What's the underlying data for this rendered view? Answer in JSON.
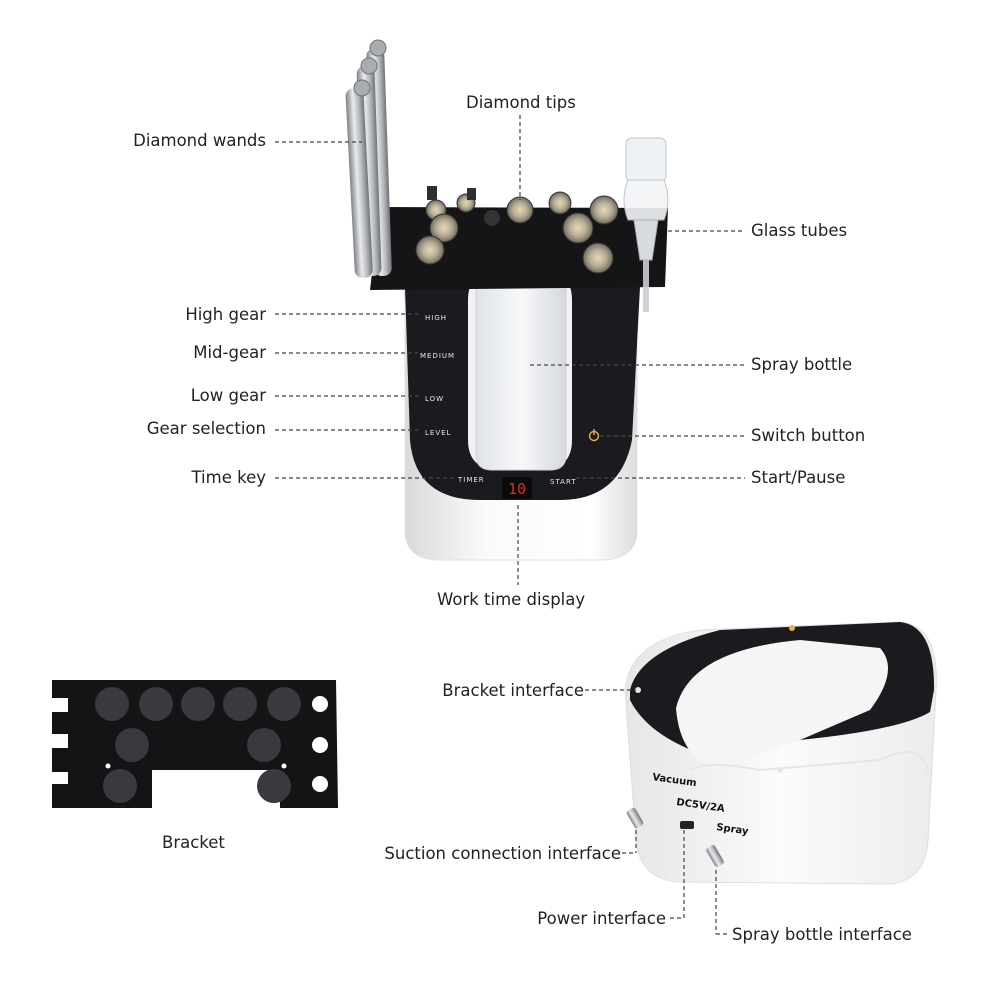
{
  "callouts": {
    "diamond_wands": "Diamond wands",
    "diamond_tips": "Diamond tips",
    "glass_tubes": "Glass tubes",
    "high_gear": "High gear",
    "mid_gear": "Mid-gear",
    "low_gear": "Low gear",
    "gear_selection": "Gear selection",
    "time_key": "Time key",
    "spray_bottle": "Spray bottle",
    "switch_button": "Switch button",
    "start_pause": "Start/Pause",
    "work_time_display": "Work time display",
    "bracket": "Bracket",
    "bracket_interface": "Bracket interface",
    "suction_connection_interface": "Suction connection interface",
    "power_interface": "Power interface",
    "spray_bottle_interface": "Spray bottle interface"
  },
  "device_panel": {
    "high": "HIGH",
    "medium": "MEDIUM",
    "low": "LOW",
    "level": "LEVEL",
    "timer": "TIMER",
    "start": "START",
    "display_value": "10"
  },
  "rear_ports": {
    "vacuum": "Vacuum",
    "power": "DC5V/2A",
    "spray": "Spray"
  },
  "colors": {
    "panel": "#1b1b1f",
    "body": "#f4f4f4",
    "display_red": "#e0262b",
    "silver": "#b9bcc0"
  }
}
